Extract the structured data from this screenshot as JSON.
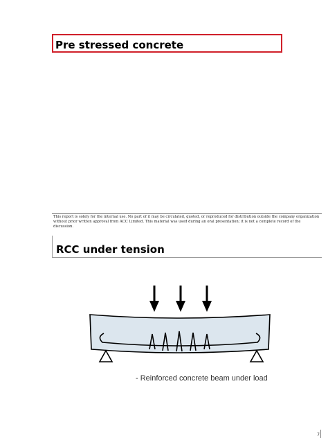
{
  "slide_title": "Pre stressed concrete",
  "disclaimer": "This report is solely for the internal use.  No part of it may be circulated, quoted, or reproduced for distribution outside the company organization without prior written approval from ACC Limited. This material was used during an oral presentation; it is not a complete record of the discussion.",
  "section_heading": "RCC under tension",
  "figure": {
    "caption": "- Reinforced concrete beam under load",
    "load_arrow_count": 3,
    "crack_count": 5,
    "support_count": 2,
    "colors": {
      "beam_fill": "#dce6ee",
      "outline": "#000000",
      "title_border": "#d0202a"
    }
  },
  "page_number": "7"
}
